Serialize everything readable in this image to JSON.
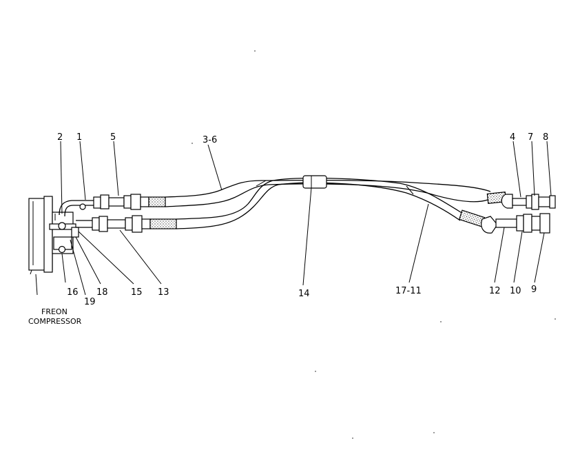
{
  "diagram": {
    "component_label_line1": "FREON",
    "component_label_line2": "COMPRESSOR",
    "callouts": {
      "c2": "2",
      "c1": "1",
      "c5": "5",
      "c3_6": "3-6",
      "c4": "4",
      "c7": "7",
      "c8": "8",
      "c16": "16",
      "c19": "19",
      "c18": "18",
      "c15": "15",
      "c13": "13",
      "c14": "14",
      "c17_11": "17-11",
      "c12": "12",
      "c10": "10",
      "c9": "9"
    }
  }
}
